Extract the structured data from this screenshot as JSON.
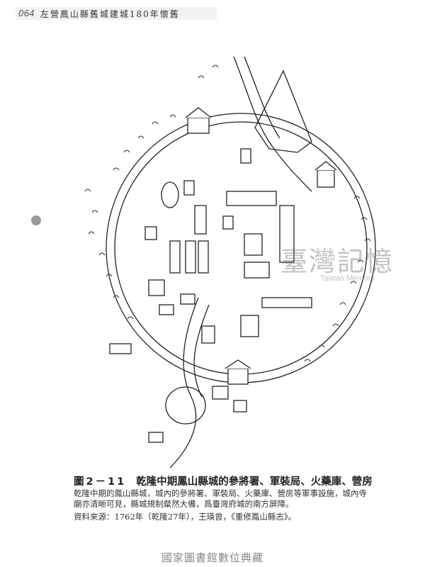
{
  "header": {
    "page_number": "064",
    "running_title": "左營鳳山縣舊城建城180年懷舊"
  },
  "figure": {
    "number": "圖2－11",
    "title": "乾隆中期鳳山縣城的參將署、軍裝局、火藥庫、營房",
    "description": "乾隆中期的鳳山縣城，城內的參將署、軍裝局、火藥庫、營房等軍事設施，城內寺廟亦清晰可見，縣城規制粲然大備，爲臺灣府城的南方屏障。",
    "source": "資料來源：1762年（乾隆27年），王瑛曾，《重修鳳山縣志》。"
  },
  "watermark": {
    "zh": "臺灣記憶",
    "en": "Taiwan Memory"
  },
  "footer": {
    "collection": "國家圖書館數位典藏"
  }
}
